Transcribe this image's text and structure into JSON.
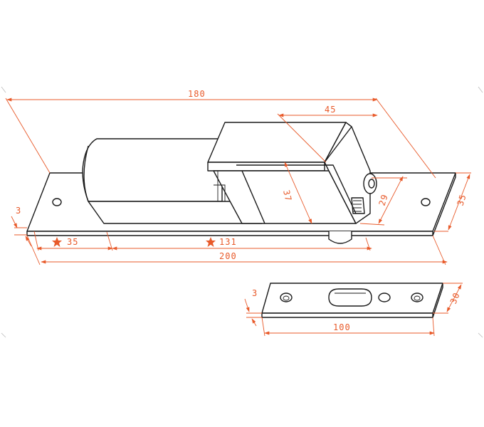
{
  "colors": {
    "dimension": "#e85a2a",
    "outline": "#1a1a1a",
    "background": "#ffffff"
  },
  "dimensions": {
    "overall_top": "180",
    "motor_top": "45",
    "bolt_height": "37",
    "bolt_offset": "29",
    "plate_width": "35",
    "plate_thickness": "3",
    "hole_edge": "35",
    "hole_spacing": "131",
    "plate_length": "200",
    "strike_thickness": "3",
    "strike_length": "100",
    "strike_width": "30"
  },
  "markers": {
    "hole_edge_star": "star-icon",
    "hole_spacing_star": "star-icon"
  }
}
